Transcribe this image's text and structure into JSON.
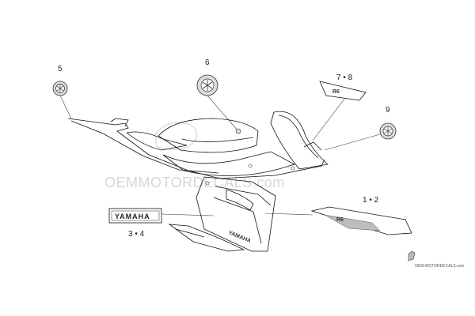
{
  "callouts": {
    "c5": "5",
    "c6": "6",
    "c78": "7 • 8",
    "c9": "9",
    "c12": "1 • 2",
    "c34": "3 • 4"
  },
  "decals": {
    "yamaha_plate": "YAMAHA",
    "fairing_side_text": "YAMAHA",
    "r6_logo": "R6"
  },
  "watermark": {
    "main": "OEMMOTORDECALS.com",
    "small": "OEM-MOTORDECALS.com"
  },
  "colors": {
    "line": "#111111",
    "emblem_fill": "#dcdcdc",
    "watermark": "#d6d6d6",
    "background": "#ffffff"
  }
}
